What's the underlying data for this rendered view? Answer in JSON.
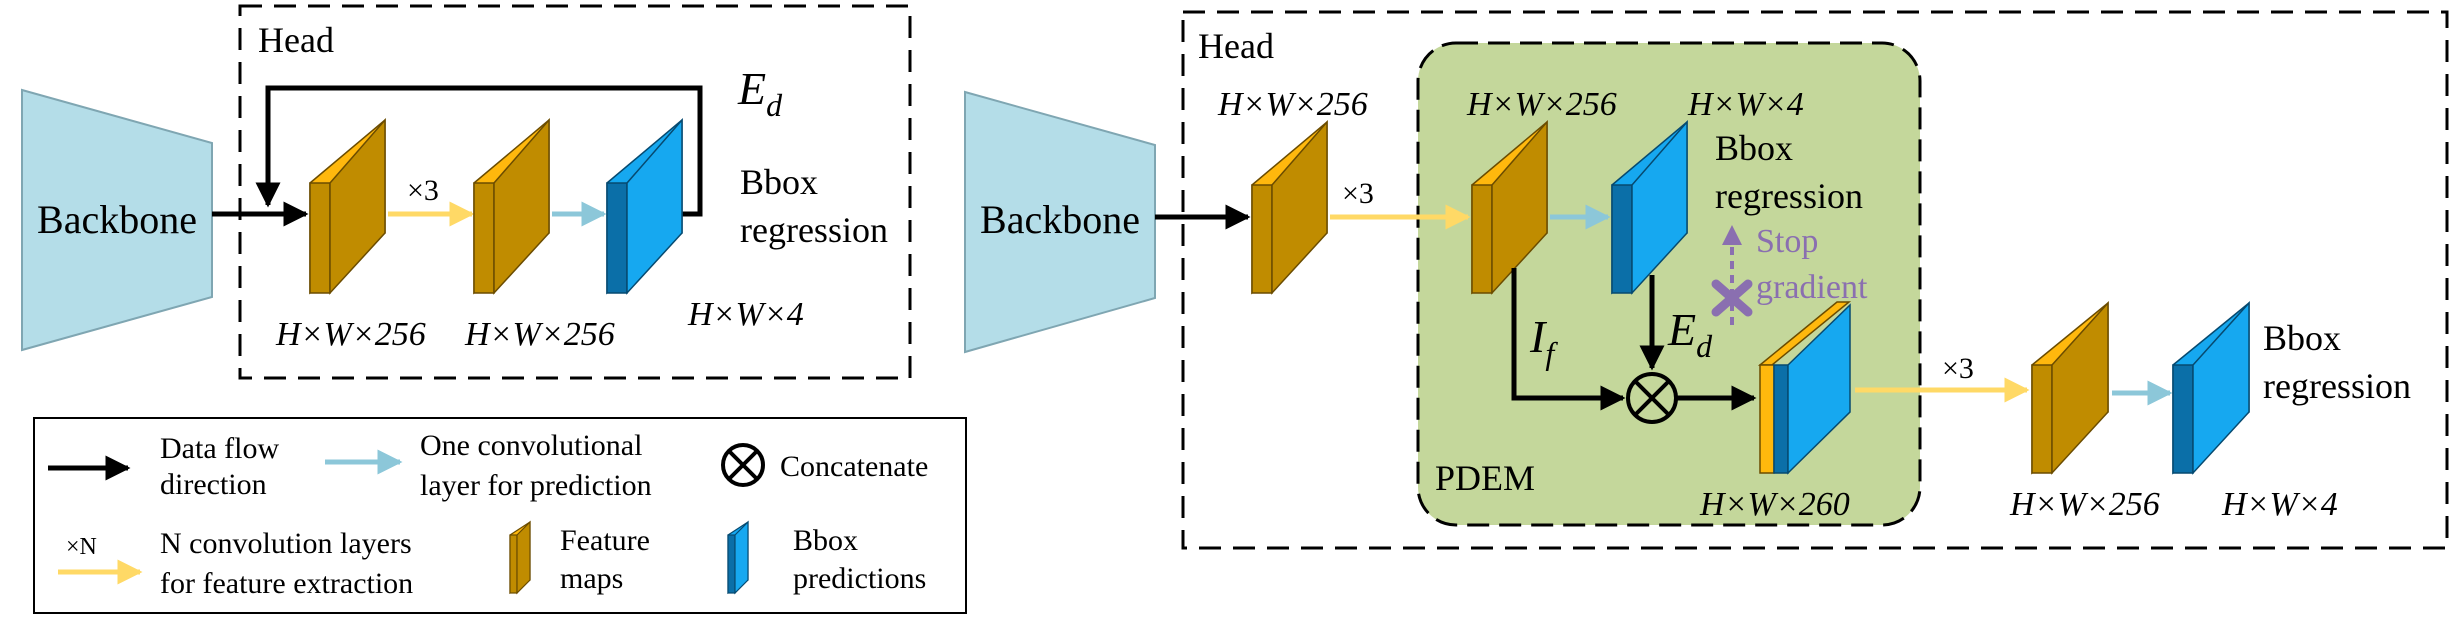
{
  "colors": {
    "backbone": "#b4dde8",
    "feature_front": "#c08c00",
    "feature_side": "#ffb80d",
    "bbox_front": "#16a8f0",
    "bbox_side": "#0b6fa8",
    "yellow_arrow": "#ffd966",
    "blue_arrow": "#8cc7d9",
    "pdem_bg": "#c4d79b",
    "purple": "#8a6fb0"
  },
  "left": {
    "head_label": "Head",
    "backbone_label": "Backbone",
    "ed_label": "E",
    "ed_sub": "d",
    "times3": "×3",
    "bbox_line1": "Bbox",
    "bbox_line2": "regression",
    "dim1": "H×W×256",
    "dim2": "H×W×256",
    "dim3": "H×W×4"
  },
  "right": {
    "head_label": "Head",
    "backbone_label": "Backbone",
    "dim_top1": "H×W×256",
    "times3_a": "×3",
    "dim_top2": "H×W×256",
    "dim_top3": "H×W×4",
    "bbox1_line1": "Bbox",
    "bbox1_line2": "regression",
    "stop_line1": "Stop",
    "stop_line2": "gradient",
    "if_label": "I",
    "if_sub": "f",
    "ed_label": "E",
    "ed_sub": "d",
    "pdem_label": "PDEM",
    "dim_concat": "H×W×260",
    "times3_b": "×3",
    "dim_out1": "H×W×256",
    "dim_out2": "H×W×4",
    "bbox2_line1": "Bbox",
    "bbox2_line2": "regression"
  },
  "legend": {
    "data_flow_line1": "Data flow",
    "data_flow_line2": "direction",
    "conv_pred_line1": "One convolutional",
    "conv_pred_line2": "layer for prediction",
    "concat": "Concatenate",
    "xn": "×N",
    "nconv_line1": "N convolution layers",
    "nconv_line2": "for feature extraction",
    "feat_line1": "Feature",
    "feat_line2": "maps",
    "bboxp_line1": "Bbox",
    "bboxp_line2": "predictions"
  }
}
